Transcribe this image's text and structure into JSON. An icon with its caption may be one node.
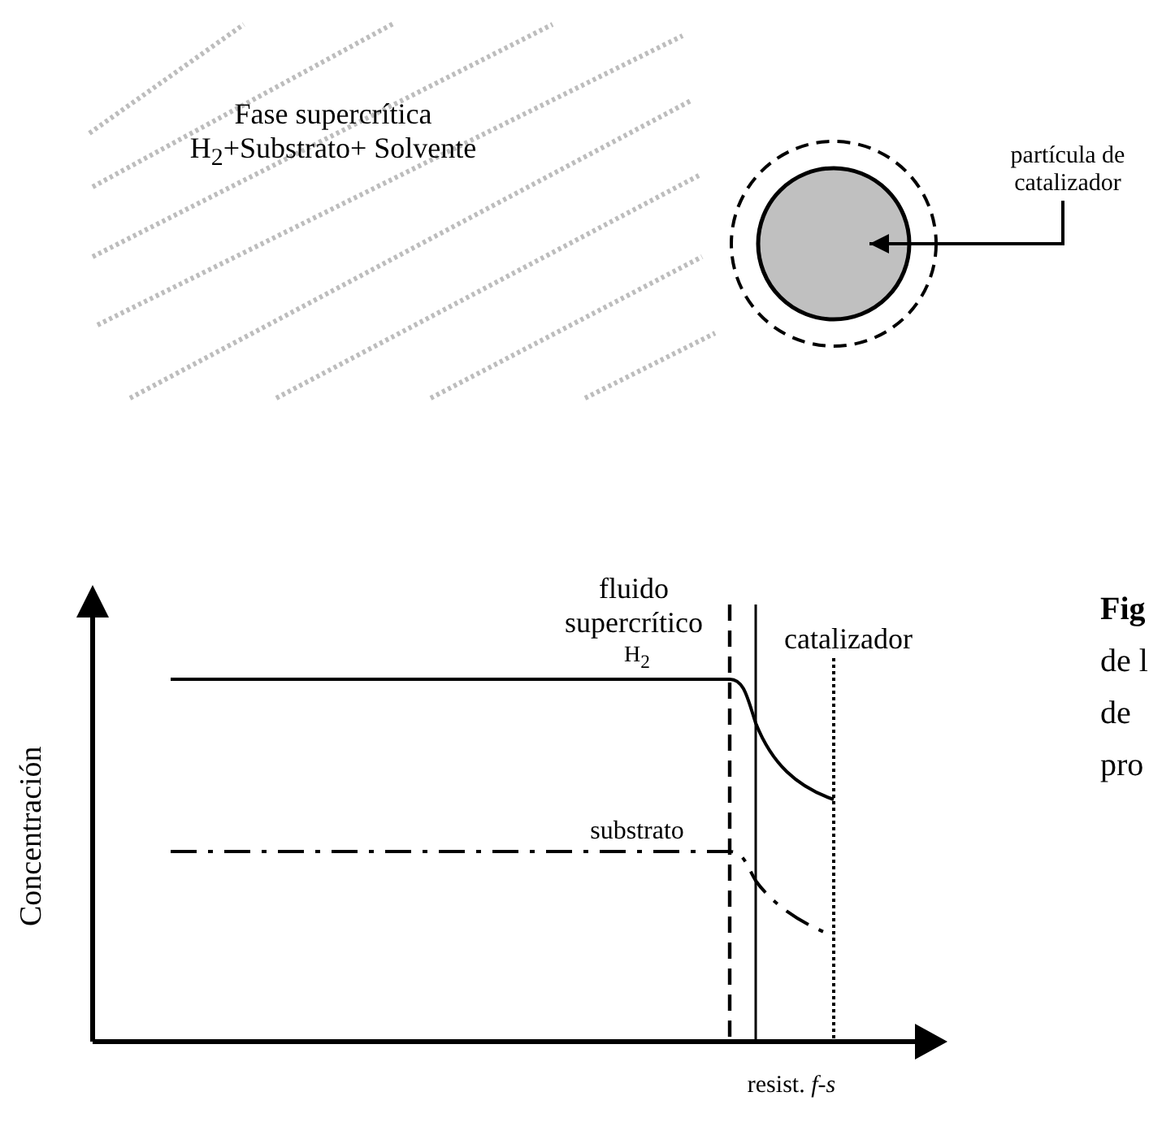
{
  "diagram": {
    "nodes": [
      {
        "text": [
          "partícula de catalizador"
        ]
      },
      {
        "text": [],
        "shape": "circle"
      }
    ],
    "edges": [
      {
        "from": 0,
        "to": 1,
        "arrow": "to"
      }
    ],
    "labels": [
      "Fase supercrítica H$_{2}$+Substrato+ Solvente",
      "fluido supercrítico",
      "catalizador",
      "Fig",
      "Concentración",
      "H$_{2}$",
      "de l",
      "de",
      "pro",
      "substrato",
      "resist. *f-s*"
    ]
  }
}
